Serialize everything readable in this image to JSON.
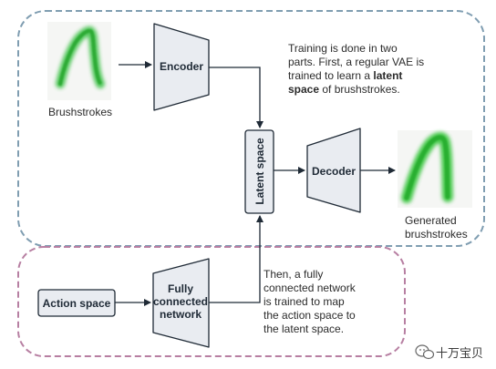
{
  "diagram": {
    "nodes": {
      "brushstrokes_caption": "Brushstrokes",
      "encoder": "Encoder",
      "latent_space": "Latent space",
      "decoder": "Decoder",
      "generated_caption": [
        "Generated",
        "brushstrokes"
      ],
      "action_space": "Action space",
      "fully_connected": [
        "Fully",
        "connected",
        "network"
      ]
    },
    "notes": {
      "training": [
        [
          {
            "t": "Training is done in two",
            "b": false
          }
        ],
        [
          {
            "t": "parts. First, a regular VAE is",
            "b": false
          }
        ],
        [
          {
            "t": "trained to learn a ",
            "b": false
          },
          {
            "t": "latent",
            "b": true
          }
        ],
        [
          {
            "t": "space",
            "b": true
          },
          {
            "t": " of brushstrokes.",
            "b": false
          }
        ]
      ],
      "then": [
        "Then, a fully",
        "connected network",
        "is trained to map",
        "the action space to",
        "the latent space."
      ]
    },
    "watermark": "十万宝贝",
    "colors": {
      "top_box_border": "#7f9db1",
      "bottom_box_border": "#b77fa2",
      "node_fill": "#e9ecf1",
      "node_border": "#1f2a36",
      "stroke_green": "#2fc43a"
    }
  }
}
